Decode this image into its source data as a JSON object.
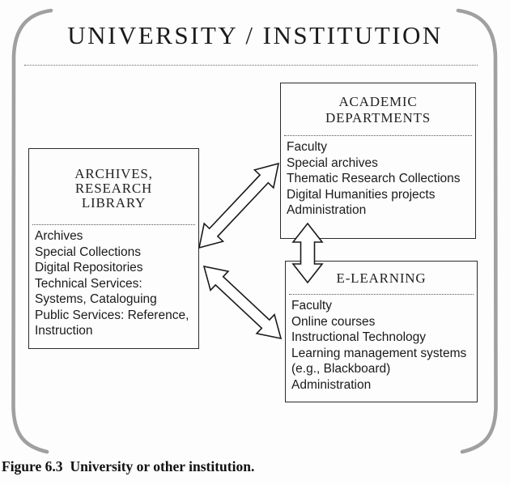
{
  "figure": {
    "title": "UNIVERSITY / INSTITUTION",
    "caption_label": "Figure 6.3",
    "caption_text": "University or other institution."
  },
  "boxes": {
    "archives_library": {
      "title_lines": [
        "ARCHIVES,",
        "RESEARCH",
        "LIBRARY"
      ],
      "items": [
        "Archives",
        "Special Collections",
        "Digital Repositories",
        "Technical Services: Systems, Cataloguing",
        "Public Services: Reference, Instruction"
      ]
    },
    "academic_departments": {
      "title_lines": [
        "ACADEMIC",
        "DEPARTMENTS"
      ],
      "items": [
        "Faculty",
        "Special archives",
        "Thematic Research Collections",
        "Digital Humanities projects",
        "Administration"
      ]
    },
    "e_learning": {
      "title_lines": [
        "E-LEARNING"
      ],
      "items": [
        "Faculty",
        "Online courses",
        "Instructional Technology",
        "Learning management systems (e.g., Blackboard)",
        "Administration"
      ]
    }
  },
  "connections": [
    {
      "from": "archives-research-library",
      "to": "academic-departments",
      "style": "double-headed-arrow"
    },
    {
      "from": "archives-research-library",
      "to": "e-learning",
      "style": "double-headed-arrow"
    },
    {
      "from": "academic-departments",
      "to": "e-learning",
      "style": "double-headed-arrow"
    }
  ],
  "palette": {
    "background": "#fdfdfd",
    "ink": "#1a1a1a",
    "box_border": "#2b2b2b",
    "bracket_gray": "#a0a0a0"
  }
}
